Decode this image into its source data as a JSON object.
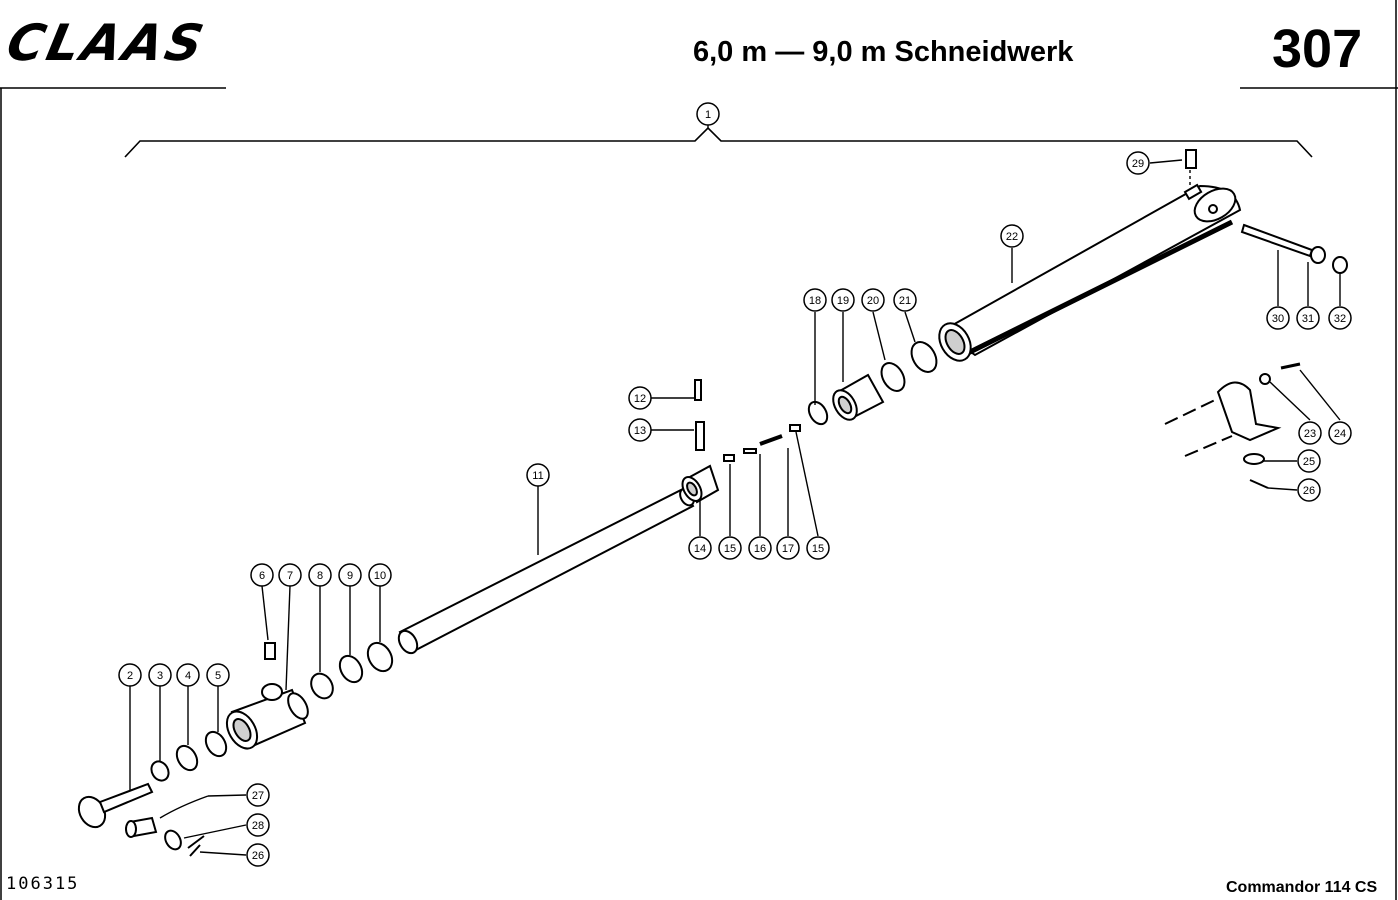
{
  "header": {
    "logo_text": "CLAAS",
    "title": "6,0 m — 9,0 m Schneidwerk",
    "page_number": "307"
  },
  "footer": {
    "drawing_number": "106315",
    "model": "Commandor 114 CS"
  },
  "callouts": [
    "1",
    "2",
    "3",
    "4",
    "5",
    "6",
    "7",
    "8",
    "9",
    "10",
    "11",
    "12",
    "13",
    "14",
    "15",
    "15",
    "16",
    "17",
    "18",
    "19",
    "20",
    "21",
    "22",
    "23",
    "24",
    "25",
    "26",
    "26",
    "27",
    "28",
    "29",
    "30",
    "31",
    "32"
  ],
  "colors": {
    "ink": "#000000",
    "paper": "#ffffff",
    "shade": "#cfcfcf"
  }
}
